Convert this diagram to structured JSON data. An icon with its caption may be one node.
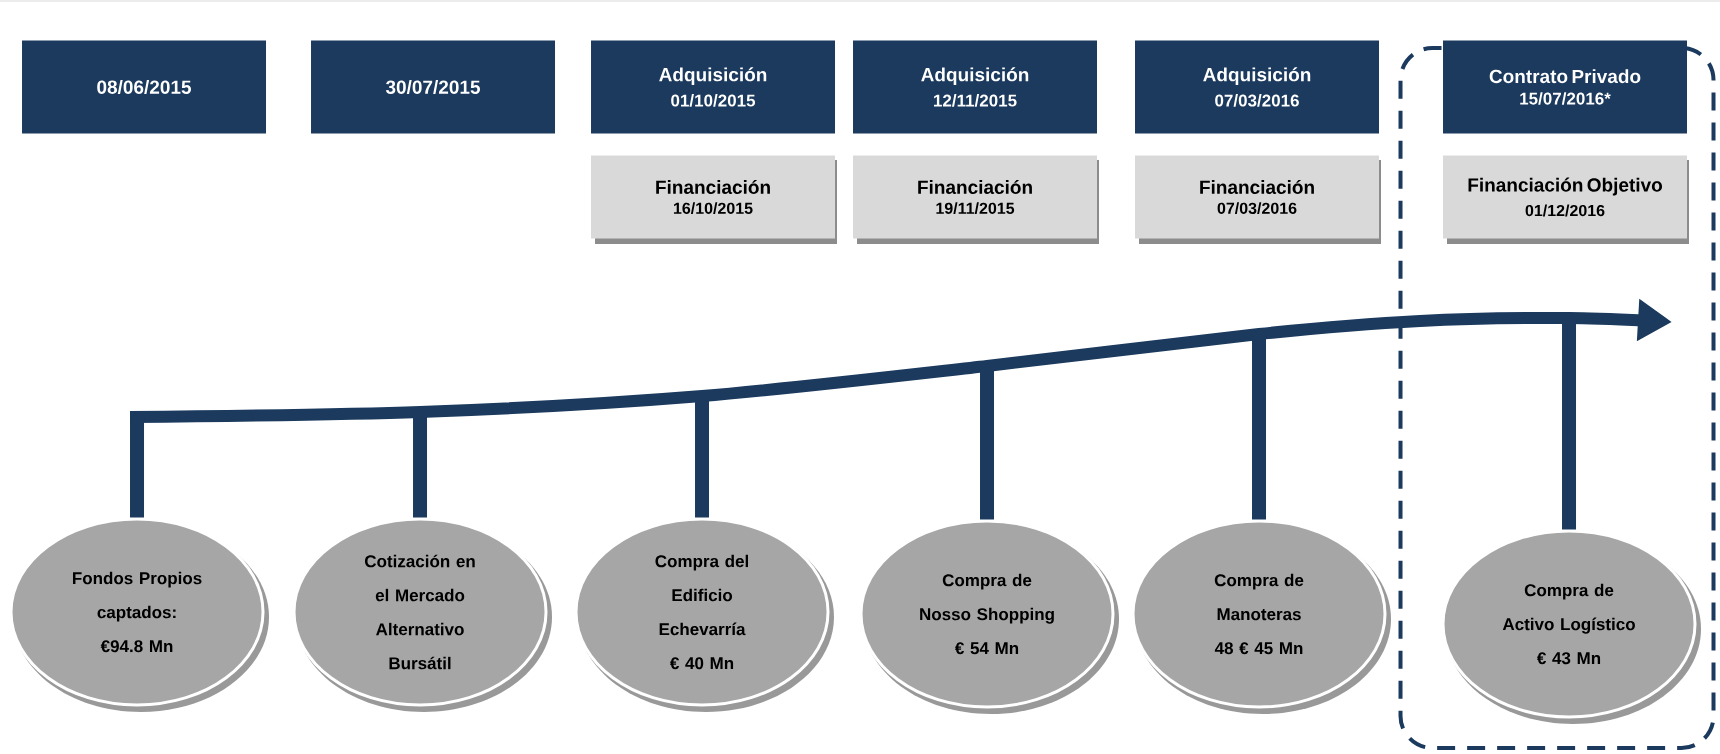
{
  "diagram": {
    "nodes": [
      {
        "text": [
          "08/06/2015"
        ]
      },
      {
        "text": [
          "30/07/2015"
        ]
      },
      {
        "text": [
          "Adquisición",
          "01/10/2015"
        ]
      },
      {
        "text": [
          "Adquisición",
          "12/11/2015"
        ]
      },
      {
        "text": [
          "Adquisición",
          "07/03/2016"
        ]
      },
      {
        "text": [],
        "shape": "box"
      },
      {
        "text": [
          "Contrato Privado",
          "15/07/2016*"
        ],
        "in": 5
      },
      {
        "text": [
          "Financiación",
          "16/10/2015"
        ]
      },
      {
        "text": [
          "Financiación",
          "19/11/2015"
        ]
      },
      {
        "text": [
          "Financiación",
          "07/03/2016"
        ]
      },
      {
        "text": [
          "Financiación Objetivo",
          "01/12/2016"
        ],
        "in": 5
      },
      {
        "text": [],
        "shape": "arrow"
      },
      {
        "text": [
          "Fondos Propios captados: €94.8 Mn"
        ]
      },
      {
        "text": [
          "Cotización en el Mercado Alternativo Bursátil"
        ]
      },
      {
        "text": [
          "Compra del Edificio Echevarría € 40 Mn"
        ]
      },
      {
        "text": [
          "Compra de Nosso Shopping € 54 Mn"
        ]
      },
      {
        "text": [
          "Compra de Manoteras 48 € 45 Mn"
        ]
      },
      {
        "text": [
          "Compra de Activo Logístico € 43 Mn"
        ],
        "in": 5
      }
    ],
    "edges": [
      {
        "from": 11,
        "to": 12,
        "arrow": "none"
      },
      {
        "from": 11,
        "to": 13,
        "arrow": "none"
      },
      {
        "from": 11,
        "to": 14,
        "arrow": "none"
      },
      {
        "from": 11,
        "to": 15,
        "arrow": "none"
      },
      {
        "from": 11,
        "to": 16,
        "arrow": "none"
      },
      {
        "from": 11,
        "to": 17,
        "arrow": "none"
      }
    ]
  }
}
